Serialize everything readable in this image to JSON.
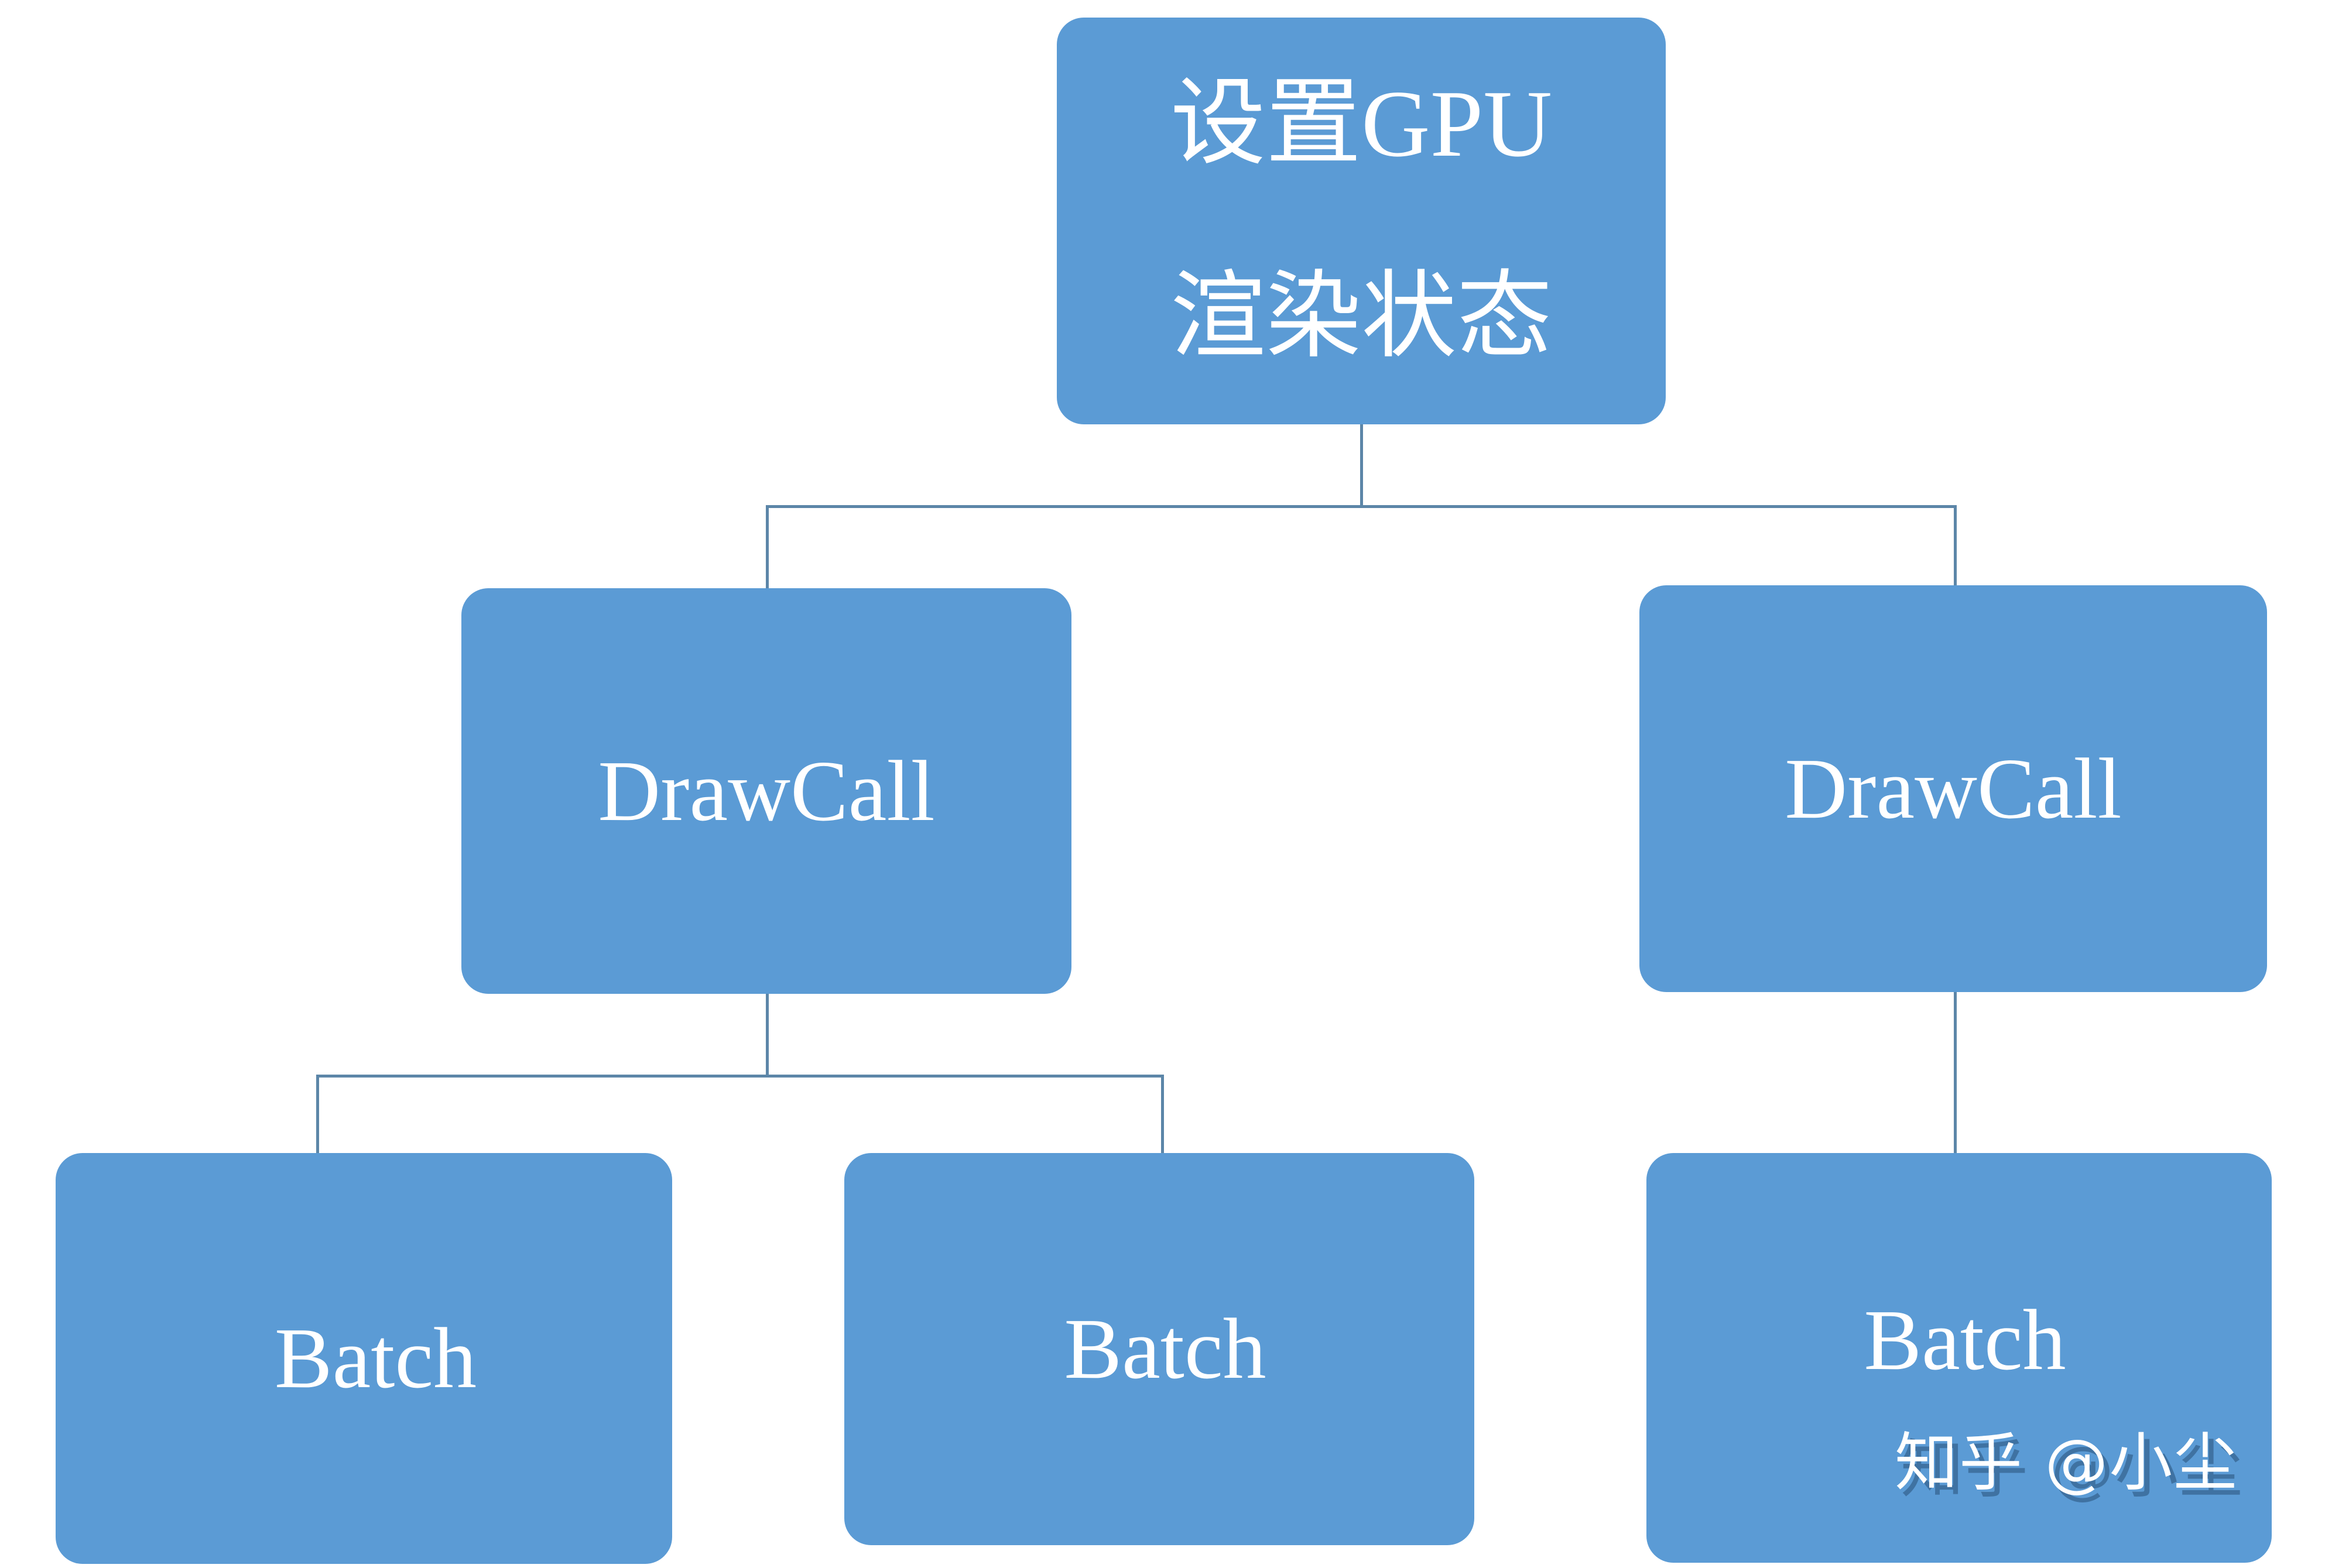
{
  "diagram": {
    "type": "hierarchy-tree",
    "title": "GPU render state hierarchy",
    "node_fill_color": "#5B9BD5",
    "node_text_color": "#FFFFFF",
    "connector_color": "#5C86A8",
    "background_color": "#FFFFFF",
    "nodes": {
      "root": {
        "label": "设置GPU\n渲染状态",
        "line1": "设置GPU",
        "line2": "渲染状态",
        "level": 0
      },
      "drawcall_left": {
        "label": "DrawCall",
        "level": 1
      },
      "drawcall_right": {
        "label": "DrawCall",
        "level": 1
      },
      "batch_1": {
        "label": "Batch",
        "level": 2
      },
      "batch_2": {
        "label": "Batch",
        "level": 2
      },
      "batch_3": {
        "label": "Batch",
        "level": 2
      }
    },
    "edges": [
      {
        "from": "root",
        "to": "drawcall_left"
      },
      {
        "from": "root",
        "to": "drawcall_right"
      },
      {
        "from": "drawcall_left",
        "to": "batch_1"
      },
      {
        "from": "drawcall_left",
        "to": "batch_2"
      },
      {
        "from": "drawcall_right",
        "to": "batch_3"
      }
    ]
  },
  "watermark": {
    "text": "知乎 @小尘"
  }
}
